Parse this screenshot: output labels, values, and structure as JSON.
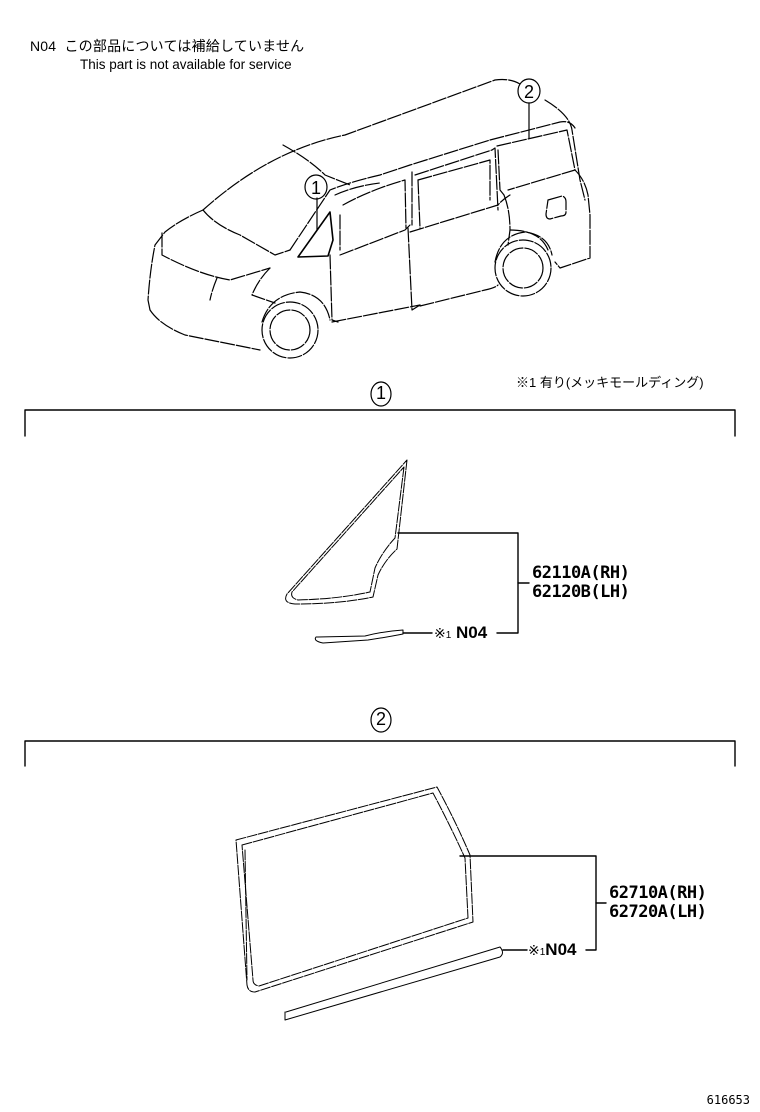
{
  "header_note": {
    "code": "N04",
    "japanese": "この部品については補給していません",
    "english": "This part is not available for service"
  },
  "overview": {
    "callouts": [
      {
        "label": "1",
        "target": "front quarter window"
      },
      {
        "label": "2",
        "target": "rear quarter window"
      }
    ]
  },
  "footnote": {
    "text": "※1 有り(メッキモールディング)"
  },
  "sections": [
    {
      "label": "1",
      "part_numbers": [
        "62110A(RH)",
        "62120B(LH)"
      ],
      "sub_part": {
        "mark": "※",
        "index": "1",
        "code": "N04"
      }
    },
    {
      "label": "2",
      "part_numbers": [
        "62710A(RH)",
        "62720A(LH)"
      ],
      "sub_part": {
        "mark": "※",
        "index": "1",
        "code": "N04"
      }
    }
  ],
  "figure_id": "616653"
}
